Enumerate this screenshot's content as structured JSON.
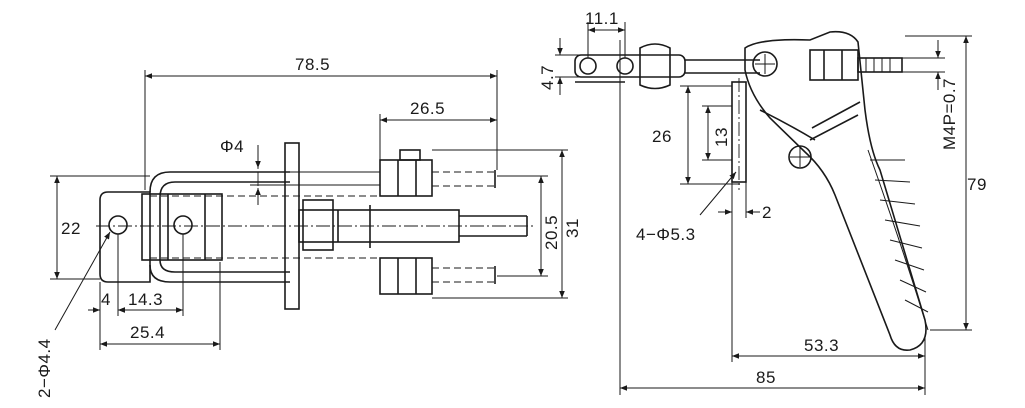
{
  "left_view": {
    "dim_overall_length": "78.5",
    "dim_rod_length": "26.5",
    "dim_pin_diameter": "Φ4",
    "dim_height_22": "22",
    "dim_height_20_5": "20.5",
    "dim_height_31": "31",
    "dim_offset_4": "4",
    "dim_offset_14_3": "14.3",
    "dim_base_25_4": "25.4",
    "label_holes": "2−Φ4.4"
  },
  "right_view": {
    "dim_11_1": "11.1",
    "dim_4_7": "4.7",
    "dim_26": "26",
    "dim_13": "13",
    "label_holes": "4−Φ5.3",
    "dim_2": "2",
    "dim_thread": "M4P=0.7",
    "dim_79": "79",
    "dim_53_3": "53.3",
    "dim_85": "85"
  }
}
